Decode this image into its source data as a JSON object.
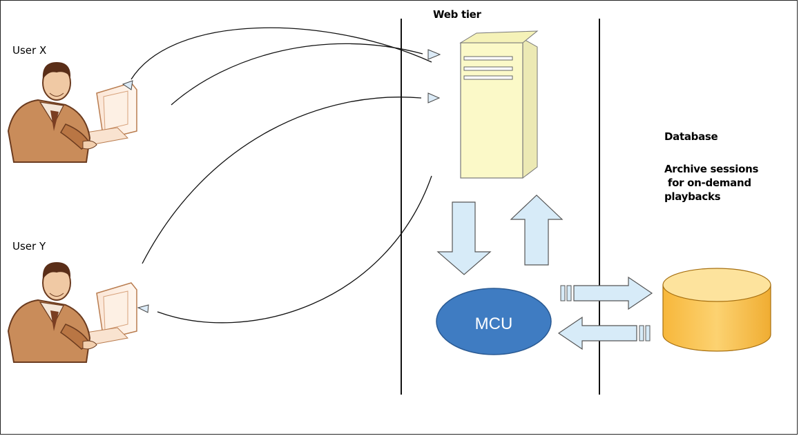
{
  "users": {
    "user_x": "User X",
    "user_y": "User Y"
  },
  "tiers": {
    "web_tier": "Web tier"
  },
  "mcu": {
    "label": "MCU"
  },
  "database": {
    "title": "Database",
    "archive_line1": "Archive sessions",
    "archive_line2": " for on-demand",
    "archive_line3": "playbacks"
  },
  "colors": {
    "server_fill": "#fbf9c8",
    "mcu_fill": "#3f7cc2",
    "db_fill": "#fbc752",
    "arrow_fill": "#d7ebf8",
    "person_skin": "#c98c5a"
  }
}
